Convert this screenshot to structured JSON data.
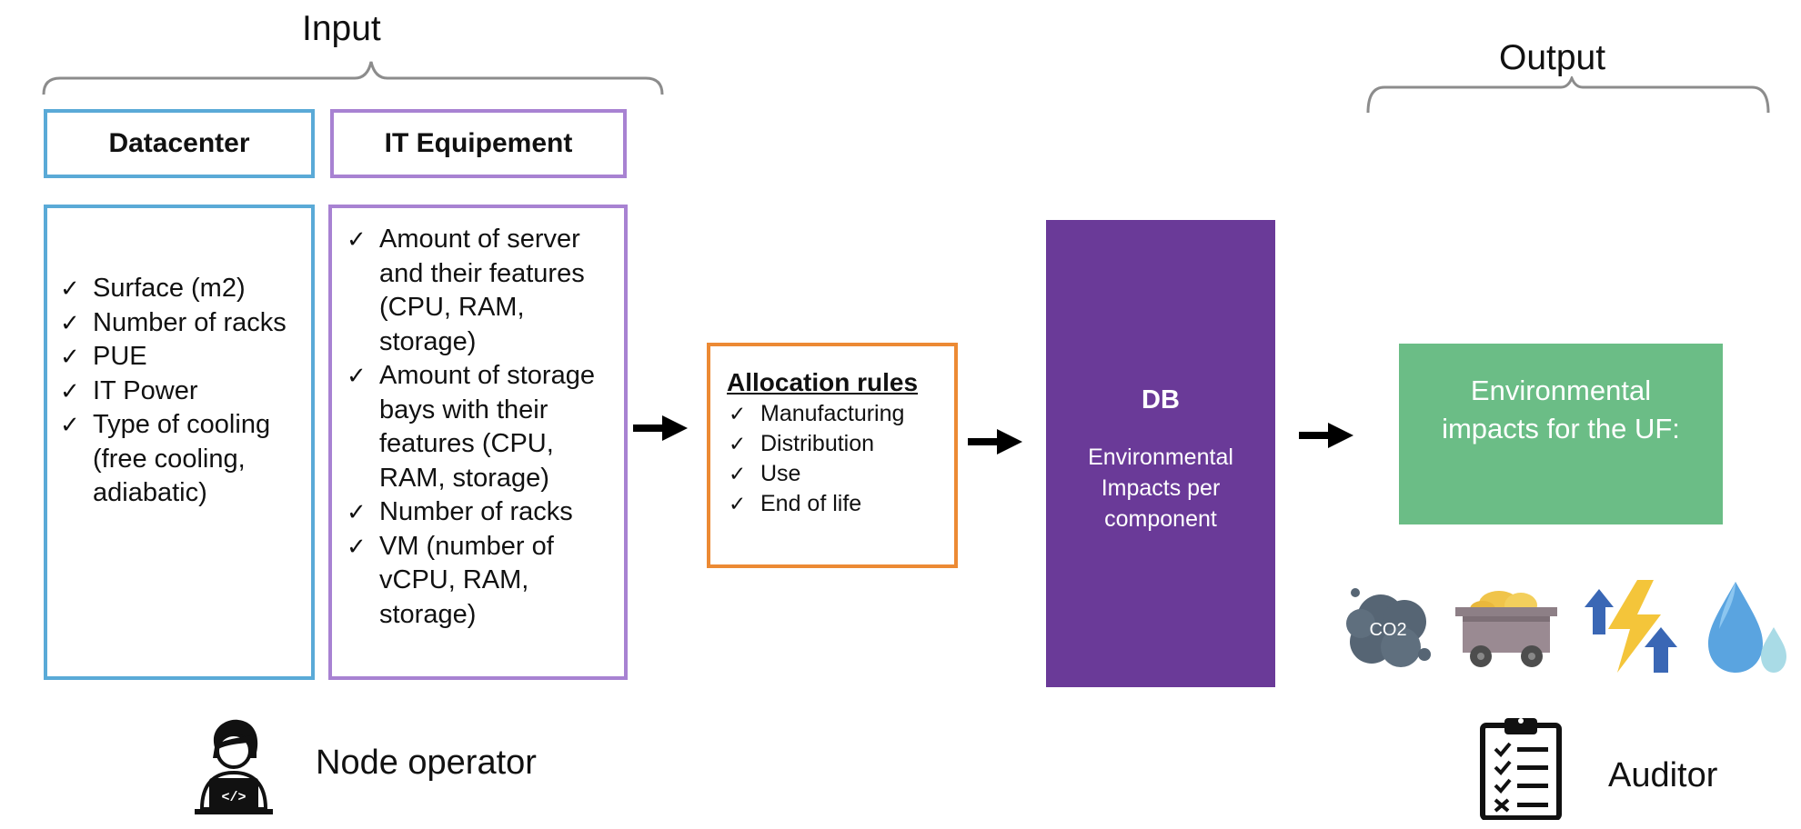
{
  "input": {
    "heading": "Input",
    "datacenter": {
      "title": "Datacenter",
      "items": [
        "Surface (m2)",
        "Number of racks",
        "PUE",
        "IT Power",
        "Type of cooling (free cooling, adiabatic)"
      ]
    },
    "it_equipment": {
      "title": "IT Equipement",
      "items": [
        "Amount of server and their features (CPU, RAM, storage)",
        "Amount of storage bays with their features (CPU, RAM, storage)",
        "Number of racks",
        "VM (number of vCPU, RAM, storage)"
      ]
    }
  },
  "allocation": {
    "title": "Allocation rules",
    "items": [
      "Manufacturing",
      "Distribution",
      "Use",
      "End of life"
    ]
  },
  "db": {
    "title": "DB",
    "subtitle": "Environmental Impacts per component"
  },
  "output": {
    "heading": "Output",
    "result_box": "Environmental impacts for the UF:",
    "co2_label": "CO2"
  },
  "actors": {
    "node_operator": "Node operator",
    "auditor": "Auditor",
    "laptop_code": "</>"
  },
  "colors": {
    "datacenter_border": "#5aaad7",
    "it_border": "#a882d2",
    "allocation_border": "#ec8a34",
    "db_fill": "#6a3a98",
    "output_fill": "#6bbd86",
    "bracket": "#8c8c8c"
  },
  "icons": [
    "co2-cloud-icon",
    "mine-cart-icon",
    "energy-bolt-icon",
    "water-drop-icon",
    "clipboard-checklist-icon",
    "developer-person-icon"
  ]
}
